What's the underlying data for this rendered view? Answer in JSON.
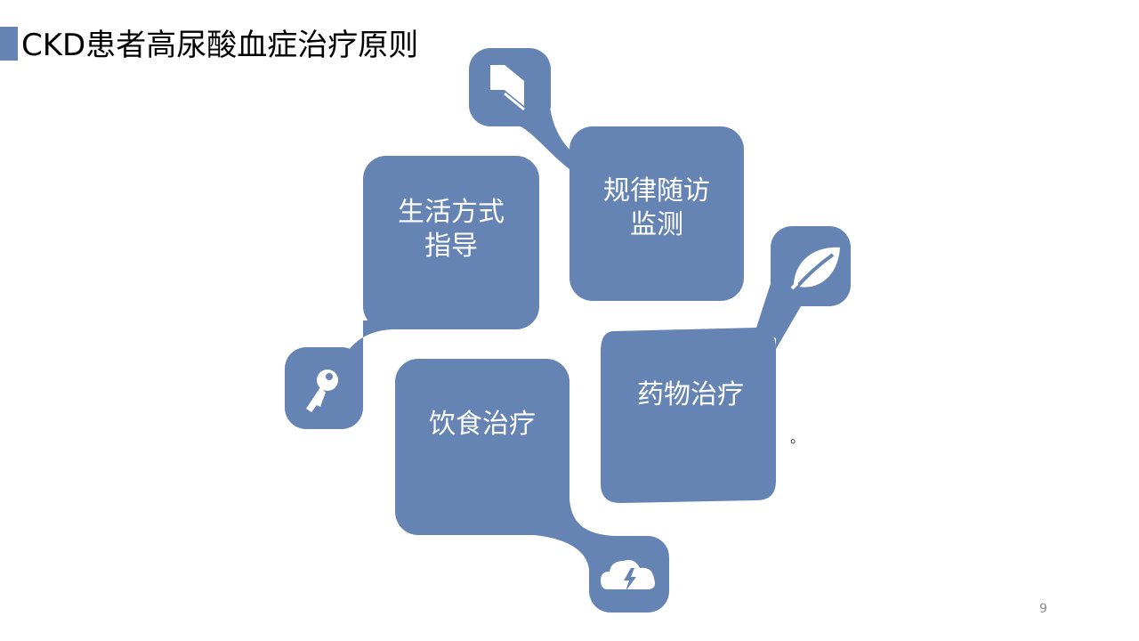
{
  "title": "CKD患者高尿酸血症治疗原则",
  "cards": {
    "lifestyle": {
      "label": "生活方式\n指导"
    },
    "followup": {
      "label": "规律随访\n监测"
    },
    "diet": {
      "label": "饮食治疗"
    },
    "drug": {
      "label": "药物治疗"
    }
  },
  "icons": {
    "lifestyle": "key-icon",
    "followup": "book-icon",
    "diet": "cloud-lightning-icon",
    "drug": "leaf-icon"
  },
  "bullet": "。",
  "page_number": "9",
  "colors": {
    "accent": "#6584b3",
    "text_on_accent": "#ffffff"
  }
}
